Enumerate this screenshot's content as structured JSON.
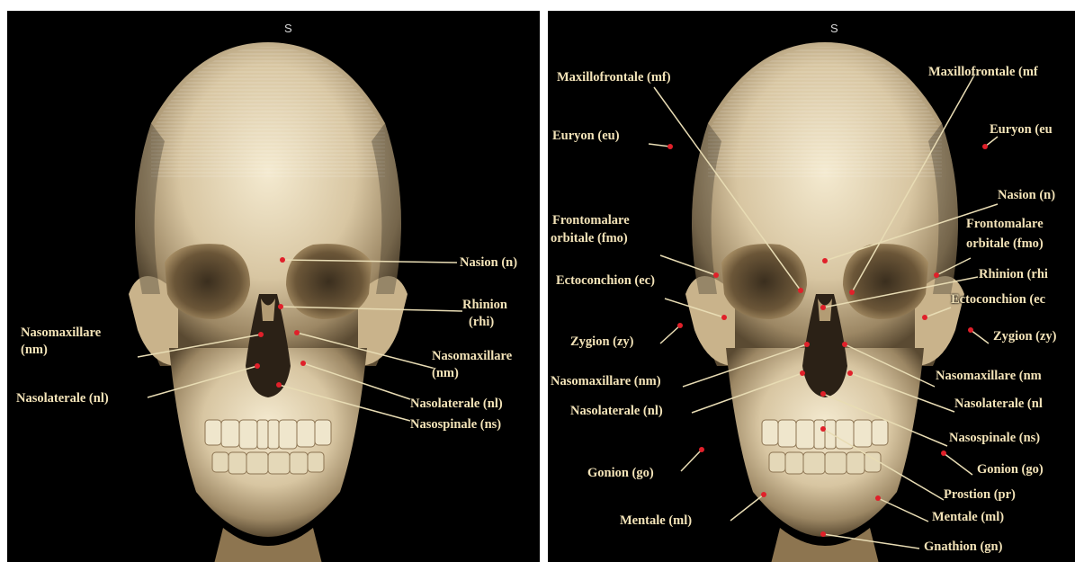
{
  "colors": {
    "label": "#f3e3b8",
    "leader_line": "#e8dcb4",
    "landmark": "#e0202a",
    "background": "#000000",
    "bone": "#d8c6a2"
  },
  "left_panel": {
    "orientation": "S",
    "labels": {
      "nasion": "Nasion (n)",
      "rhinion_1": "Rhinion",
      "rhinion_2": "(rhi)",
      "nasomaxillare_l_1": "Nasomaxillare",
      "nasomaxillare_l_2": "(nm)",
      "nasomaxillare_r_1": "Nasomaxillare",
      "nasomaxillare_r_2": "(nm)",
      "nasolaterale_l": "Nasolaterale (nl)",
      "nasolaterale_r": "Nasolaterale (nl)",
      "nasospinale": "Nasospinale (ns)"
    }
  },
  "right_panel": {
    "orientation": "S",
    "labels": {
      "maxillofrontale_l": "Maxillofrontale (mf)",
      "maxillofrontale_r": "Maxillofrontale (mf",
      "euryon_l": "Euryon (eu)",
      "euryon_r": "Euryon (eu",
      "nasion": "Nasion (n)",
      "frontomalare_l_1": "Frontomalare",
      "frontomalare_l_2": "orbitale (fmo)",
      "frontomalare_r_1": "Frontomalare",
      "frontomalare_r_2": "orbitale (fmo)",
      "rhinion": "Rhinion (rhi",
      "ectoconchion_l": "Ectoconchion (ec)",
      "ectoconchion_r": "Ectoconchion (ec",
      "zygion_l": "Zygion (zy)",
      "zygion_r": "Zygion (zy)",
      "nasomaxillare_l": "Nasomaxillare (nm)",
      "nasomaxillare_r": "Nasomaxillare (nm",
      "nasolaterale_l": "Nasolaterale (nl)",
      "nasolaterale_r": "Nasolaterale (nl",
      "nasospinale": "Nasospinale (ns)",
      "gonion_l": "Gonion (go)",
      "gonion_r": "Gonion (go)",
      "prostion": "Prostion (pr)",
      "mentale_l": "Mentale (ml)",
      "mentale_r": "Mentale (ml)",
      "gnathion": "Gnathion (gn)"
    }
  }
}
